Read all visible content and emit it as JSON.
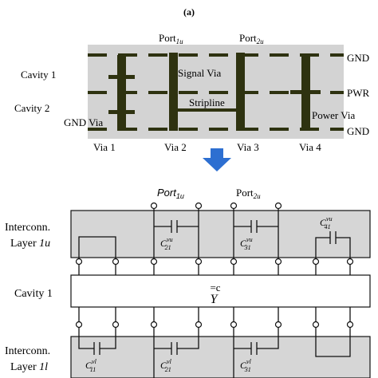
{
  "panel_label": "(a)",
  "top": {
    "ports": [
      "Port",
      "1u",
      "Port",
      "2u"
    ],
    "left_labels": [
      "Cavity 1",
      "Cavity 2",
      "GND Via"
    ],
    "right_labels": [
      "GND",
      "PWR",
      "Power Via",
      "GND"
    ],
    "inner_labels": [
      "Signal Via",
      "Stripline"
    ],
    "via_labels": [
      "Via 1",
      "Via 2",
      "Via 3",
      "Via 4"
    ]
  },
  "bottom": {
    "ports": [
      "Port",
      "1u",
      "Port",
      "2u"
    ],
    "layer_u": [
      "Interconn.",
      "Layer ",
      "1u"
    ],
    "cavity": "Cavity 1",
    "layer_l": [
      "Interconn.",
      "Layer ",
      "1l"
    ],
    "y_matrix": {
      "top": "=c",
      "letter": "Y"
    },
    "caps_upper": [
      {
        "base": "C",
        "sup": "vu",
        "sub": "21"
      },
      {
        "base": "C",
        "sup": "vu",
        "sub": "31"
      },
      {
        "base": "C",
        "sup": "vu",
        "sub": "41"
      }
    ],
    "caps_lower": [
      {
        "base": "C",
        "sup": "vl",
        "sub": "11"
      },
      {
        "base": "C",
        "sup": "vl",
        "sub": "21"
      },
      {
        "base": "C",
        "sup": "vl",
        "sub": "31"
      }
    ]
  },
  "colors": {
    "substrate": "#d3d3d3",
    "conductor": "#2e3210",
    "arrow": "#2d6fd1",
    "box_fill": "#d6d6d6"
  }
}
